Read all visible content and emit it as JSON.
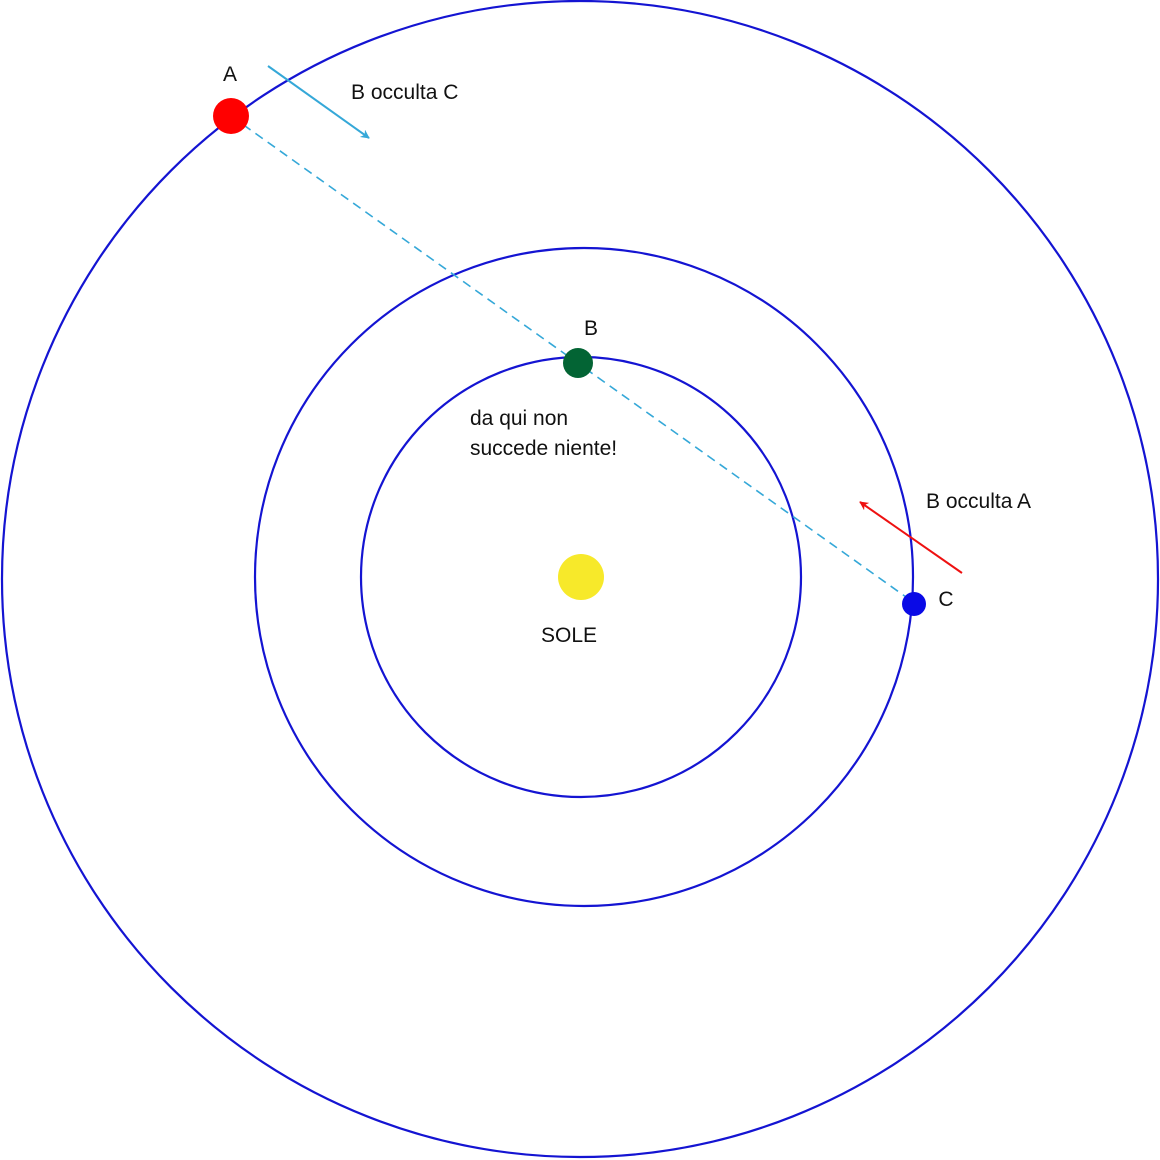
{
  "colors": {
    "orbit": "#1414d2",
    "sun": "#f7e92a",
    "planet_a": "#ff0000",
    "planet_b": "#036434",
    "planet_c": "#0a0ae6",
    "sight_line": "#35a8d8",
    "arrow_b_occults_c": "#35a8d8",
    "arrow_b_occults_a": "#ee1111",
    "text": "#111111"
  },
  "labels": {
    "sun": "SOLE",
    "planet_a": "A",
    "planet_b": "B",
    "planet_c": "C",
    "b_occults_c": "B occulta C",
    "b_occults_a": "B occulta A",
    "note_line1": "da qui non",
    "note_line2": "succede niente!"
  }
}
